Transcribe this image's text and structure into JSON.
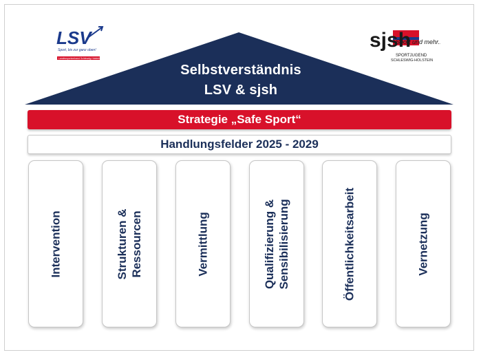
{
  "roof": {
    "title_line1": "Selbstverständnis",
    "title_line2": "LSV & sjsh"
  },
  "strategy": {
    "label": "Strategie „Safe Sport“"
  },
  "fields": {
    "label": "Handlungsfelder 2025 - 2029"
  },
  "pillars": [
    {
      "label": "Intervention"
    },
    {
      "label": "Strukturen & Ressourcen"
    },
    {
      "label": "Vermittlung"
    },
    {
      "label": "Qualifizierung & Sensibilisierung"
    },
    {
      "label": "Öffentlichkeitsarbeit"
    },
    {
      "label": "Vernetzung"
    }
  ],
  "logos": {
    "lsv": {
      "mark": "LSV",
      "tagline": "Sport, bis zur ganz oben!",
      "subline": "Landessportverband Schleswig-Holstein"
    },
    "sjsh": {
      "mark": "sjsh",
      "tagline": "Sport und mehr...",
      "subline1": "SPORTJUGEND",
      "subline2": "SCHLESWIG-HOLSTEIN"
    }
  },
  "colors": {
    "navy": "#1b2f59",
    "red": "#d8112a",
    "white": "#ffffff"
  }
}
